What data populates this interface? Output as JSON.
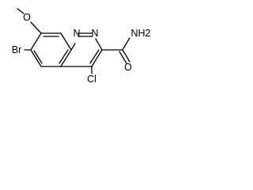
{
  "molecule": {
    "labels": {
      "methoxy_o": "O",
      "n2": "N",
      "n1": "N",
      "br": "Br",
      "cl": "Cl",
      "nh2": "NH2",
      "carbonyl_o": "O"
    }
  }
}
